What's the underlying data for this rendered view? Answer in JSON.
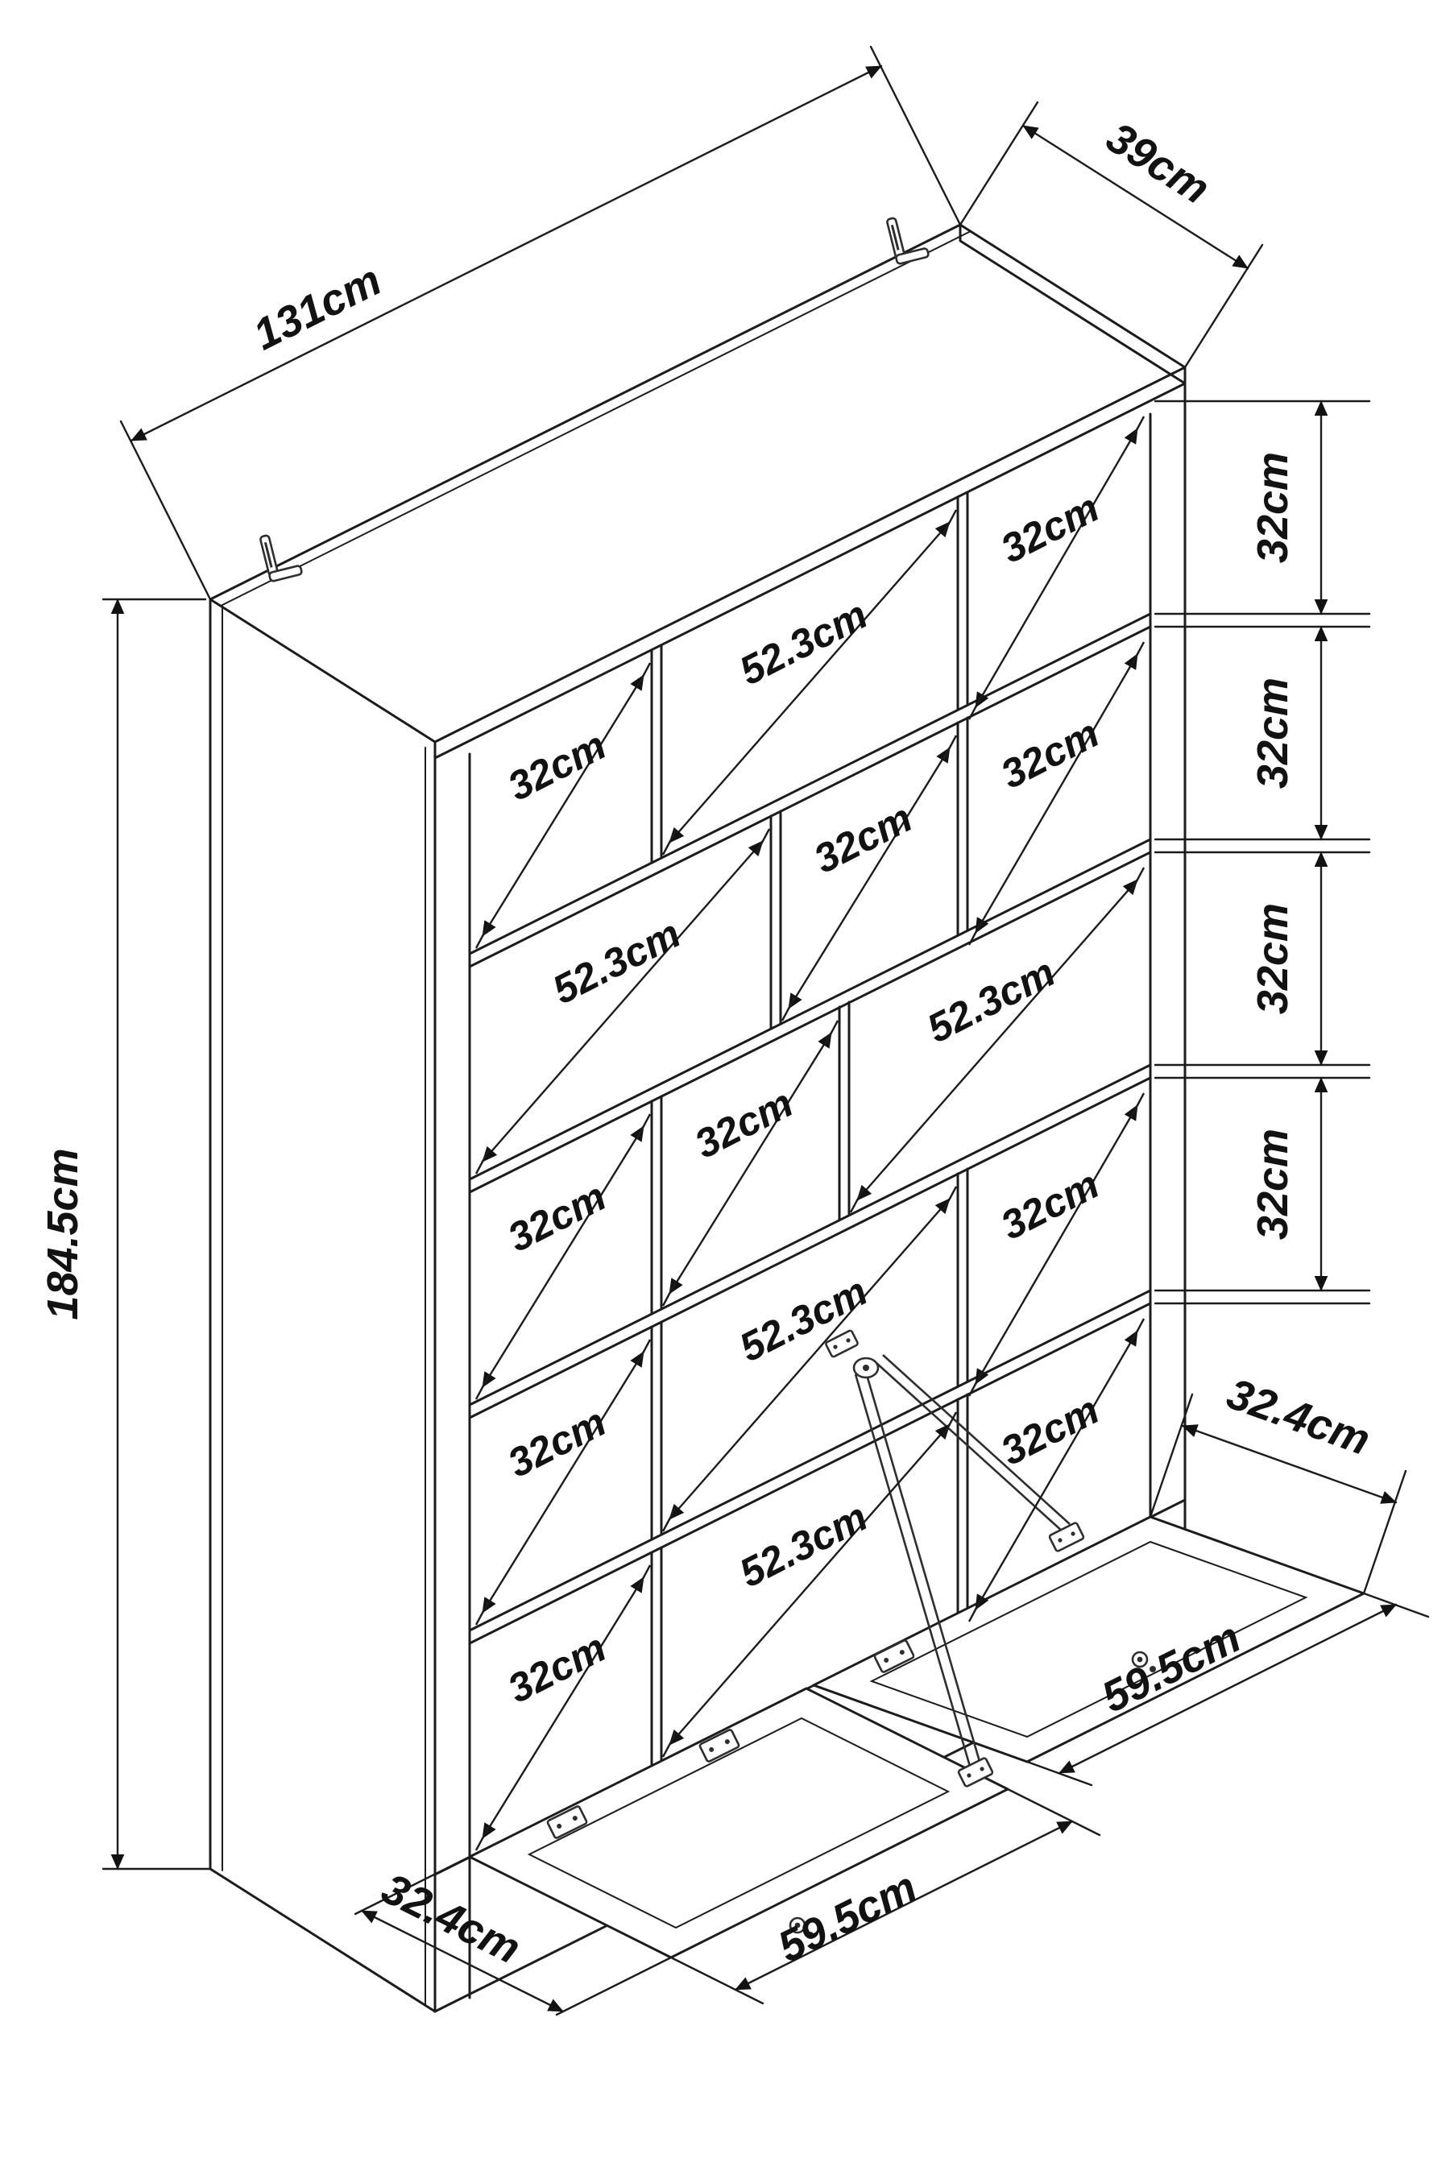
{
  "diagram": {
    "kind": "furniture-assembly-dimension-drawing",
    "product": "tall bookcase with two fold-down doors",
    "units": "cm",
    "overall": {
      "width": "131cm",
      "depth": "39cm",
      "height": "184.5cm"
    },
    "shelf_heights": [
      "32cm",
      "32cm",
      "32cm",
      "32cm"
    ],
    "rows": [
      {
        "cells": [
          "32cm",
          "52.3cm",
          "32cm"
        ]
      },
      {
        "cells": [
          "52.3cm",
          "32cm",
          "32cm"
        ]
      },
      {
        "cells": [
          "32cm",
          "32cm",
          "52.3cm"
        ]
      },
      {
        "cells": [
          "32cm",
          "52.3cm",
          "32cm"
        ]
      },
      {
        "cells": [
          "32cm",
          "52.3cm",
          "32cm"
        ]
      }
    ],
    "doors": {
      "left": {
        "width": "59.5cm",
        "depth": "32.4cm"
      },
      "right": {
        "width": "59.5cm",
        "depth": "32.4cm"
      }
    },
    "colors": {
      "line": "#1c1c1c",
      "background": "#ffffff",
      "hardware": "#2e2e2e"
    }
  }
}
